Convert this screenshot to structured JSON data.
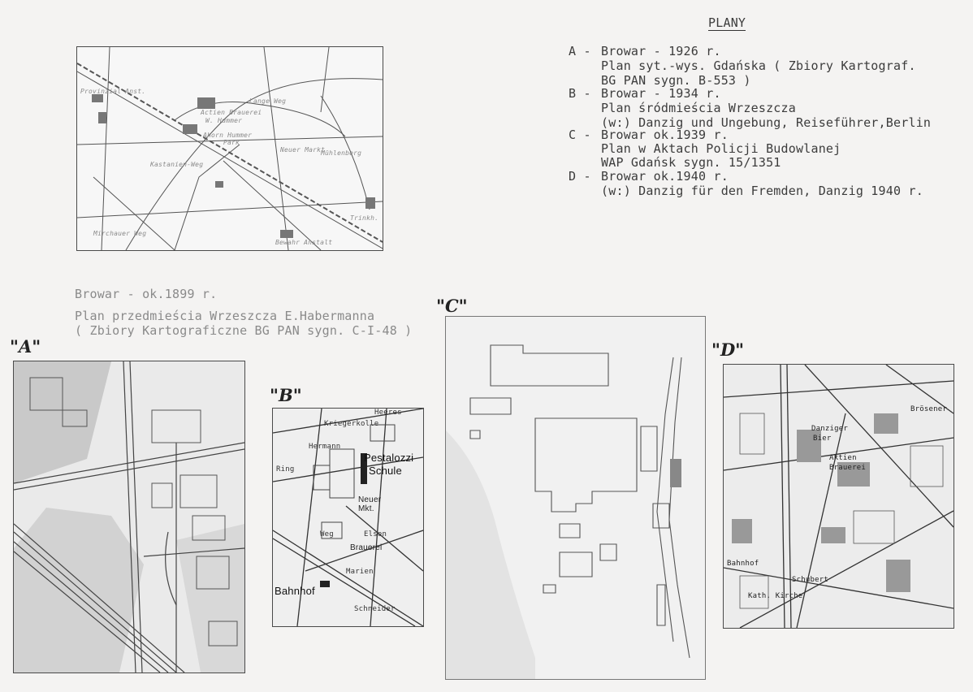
{
  "heading": "PLANY",
  "legend": [
    {
      "key": "A -",
      "lines": [
        "Browar - 1926 r.",
        "Plan syt.-wys. Gdańska ( Zbiory Kartograf.",
        "BG PAN sygn. B-553 )"
      ]
    },
    {
      "key": "B -",
      "lines": [
        "Browar - 1934 r.",
        "Plan śródmieścia Wrzeszcza",
        "(w:) Danzig und Ungebung, Reiseführer,Berlin"
      ]
    },
    {
      "key": "C -",
      "lines": [
        "Browar ok.1939 r.",
        "Plan w Aktach Policji Budowlanej",
        "WAP Gdańsk sygn. 15/1351"
      ]
    },
    {
      "key": "D -",
      "lines": [
        "Browar ok.1940 r.",
        "(w:) Danzig für den Fremden, Danzig 1940 r."
      ]
    }
  ],
  "caption_1899": [
    "Browar - ok.1899 r.",
    "Plan przedmieścia Wrzeszcza E.Habermanna",
    "( Zbiory Kartograficzne BG PAN sygn. C-I-48 )"
  ],
  "figure_labels": {
    "a": "\"A\"",
    "b": "\"B\"",
    "c": "\"C\"",
    "d": "\"D\""
  },
  "map_1899_labels": [
    "Lange Weg",
    "Actien Brauerei",
    "W. Hummer",
    "Ahorn Hummer",
    "Park",
    "Kastanien-Weg",
    "Neuer Markt",
    "Mühlenberg",
    "Provinzial Anst.",
    "Mirchauer Weg",
    "Bewahr Anstalt",
    "Trinkh."
  ],
  "map_b_labels": [
    "Kriegerkolle",
    "Heeres",
    "Pestalozzi",
    "Schule",
    "Neuer",
    "Mkt.",
    "Brauerei",
    "Bahnhof",
    "Marien",
    "Ring",
    "Hermann",
    "Schneider",
    "Elsen",
    "Weg"
  ],
  "map_d_labels": [
    "Danziger",
    "Bier",
    "Aktien",
    "Brauerei",
    "Bahnhof",
    "Kath. Kirche",
    "Schubert",
    "Brösener"
  ]
}
